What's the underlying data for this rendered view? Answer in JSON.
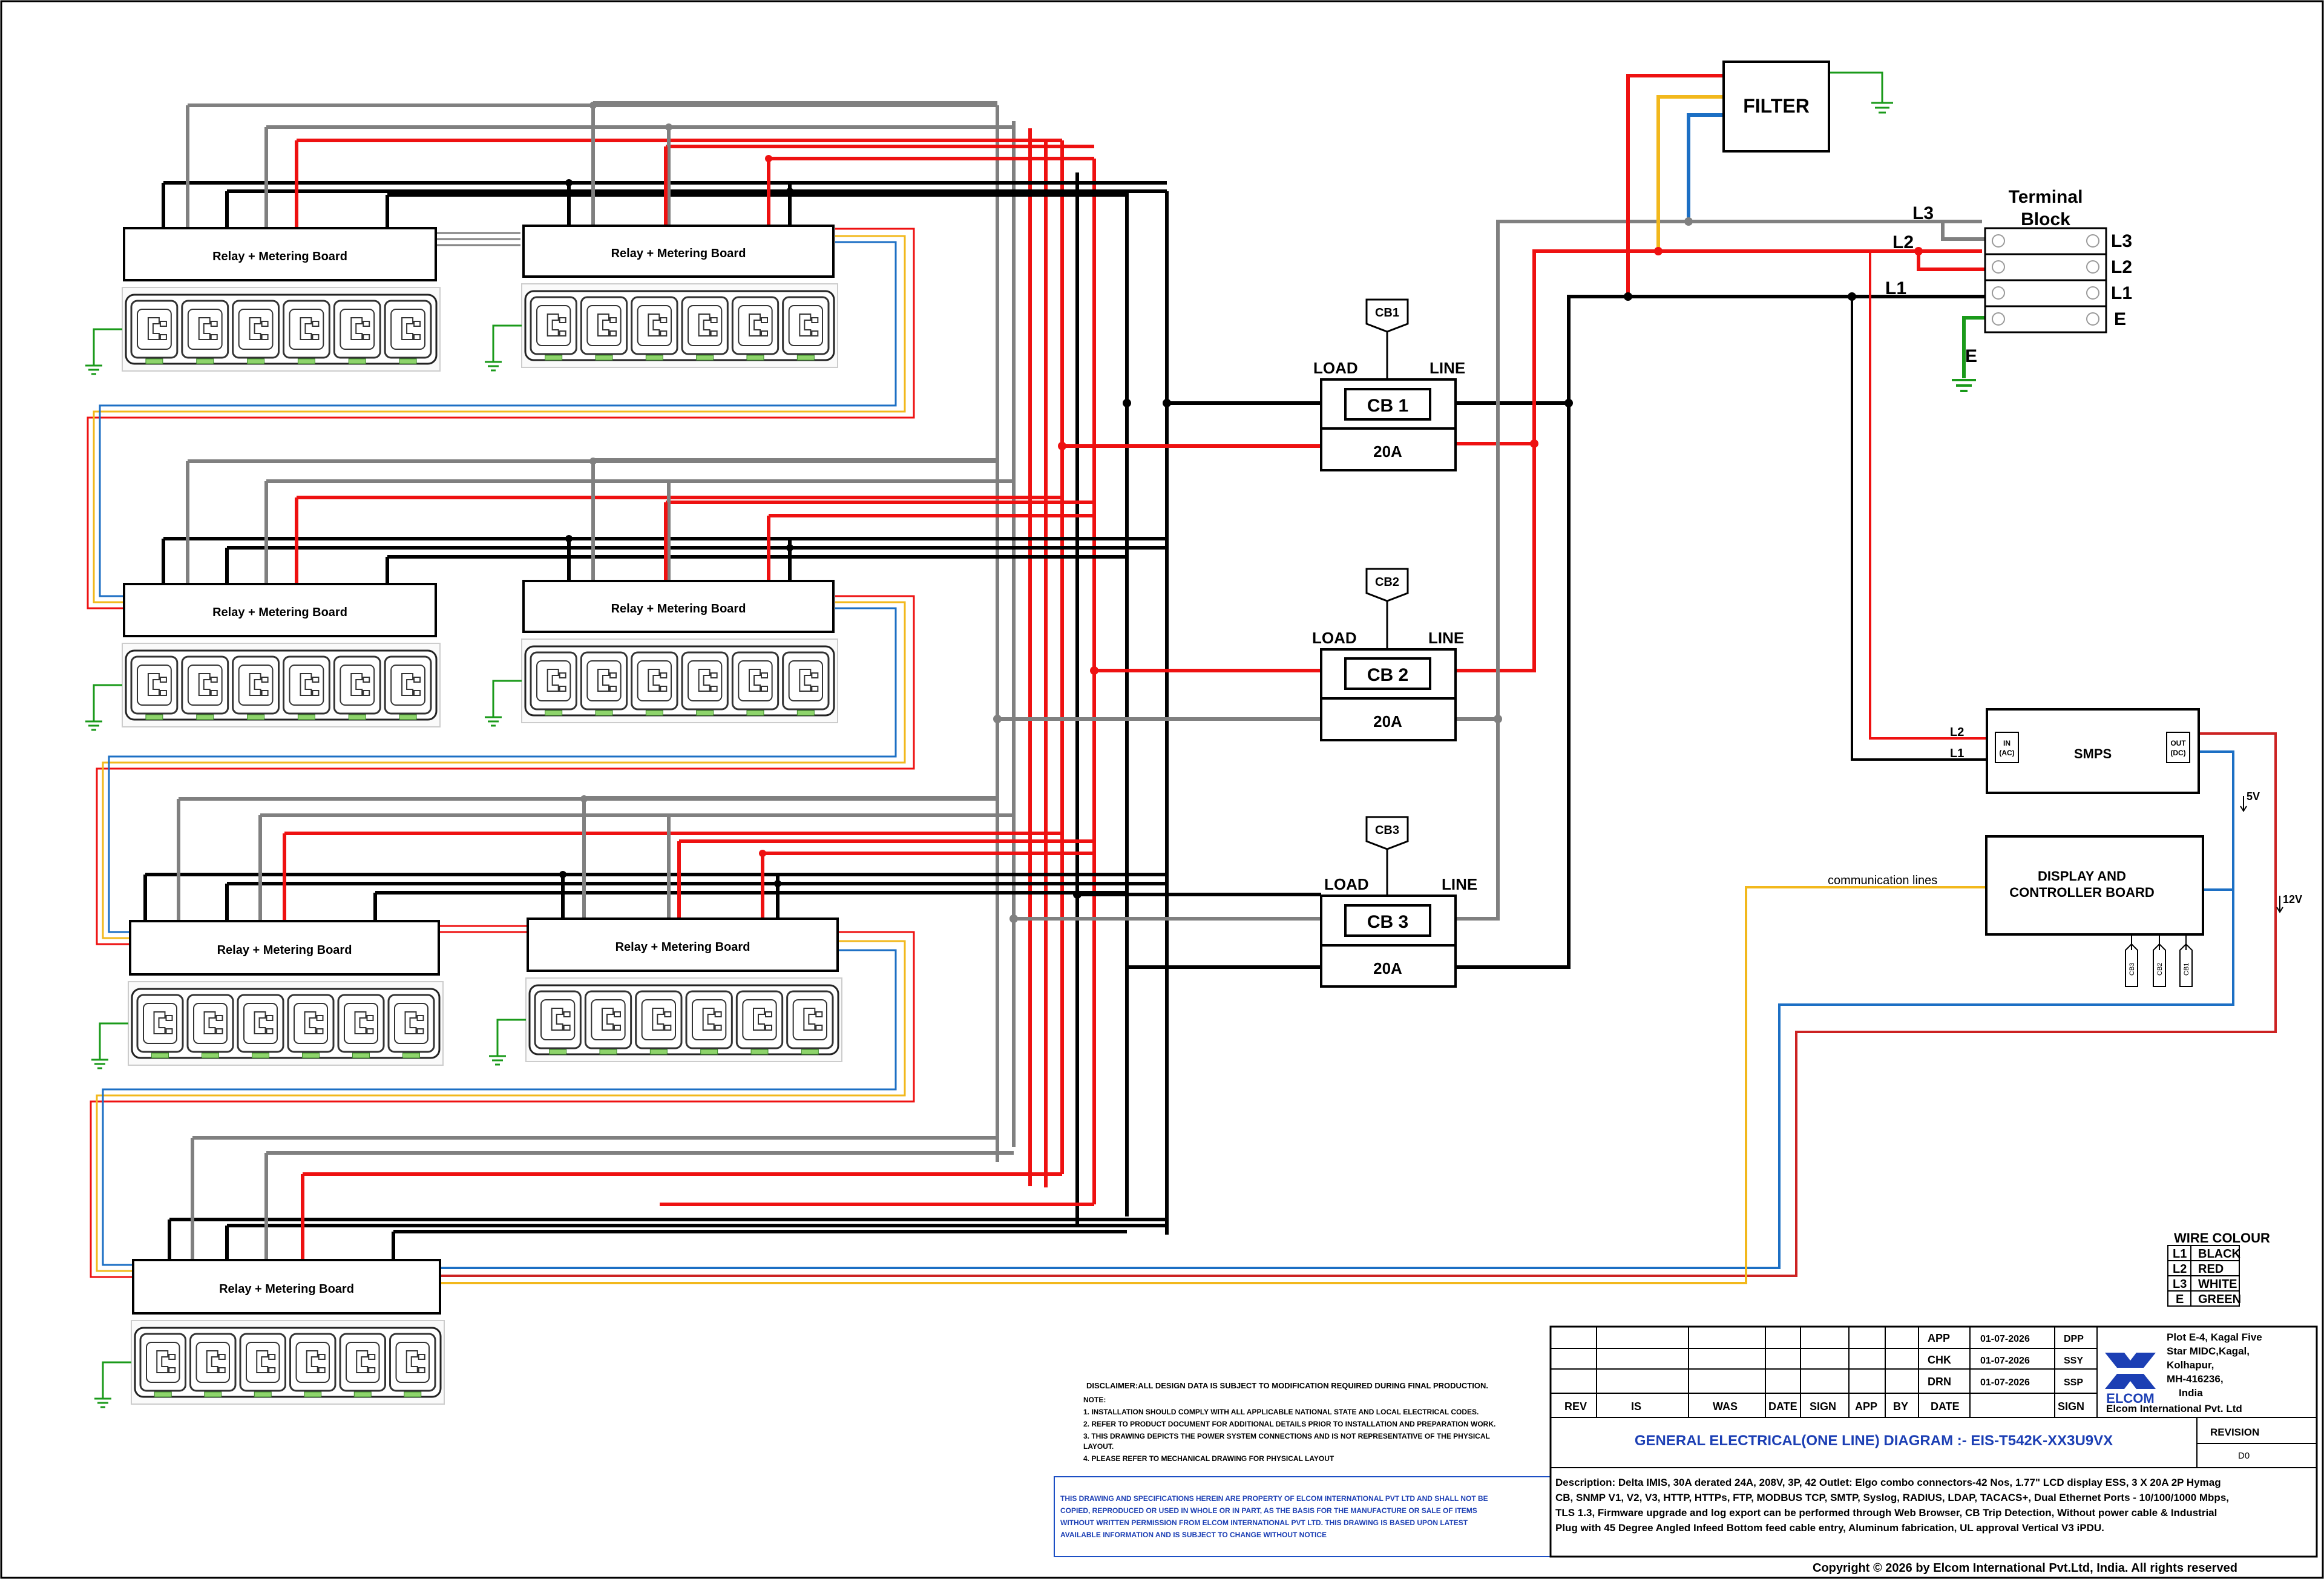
{
  "relay_board_label": "Relay + Metering Board",
  "filter": {
    "label": "FILTER"
  },
  "terminal_block": {
    "title_line1": "Terminal",
    "title_line2": "Block",
    "terminals": [
      "L3",
      "L2",
      "L1",
      "E"
    ],
    "incoming_labels": [
      "L3",
      "L2",
      "L1"
    ],
    "earth_label": "E"
  },
  "breakers": [
    {
      "tag": "CB1",
      "name": "CB 1",
      "rating": "20A",
      "load": "LOAD",
      "line": "LINE"
    },
    {
      "tag": "CB2",
      "name": "CB 2",
      "rating": "20A",
      "load": "LOAD",
      "line": "LINE"
    },
    {
      "tag": "CB3",
      "name": "CB 3",
      "rating": "20A",
      "load": "LOAD",
      "line": "LINE"
    }
  ],
  "smps": {
    "label": "SMPS",
    "in_label": "IN",
    "in_sub": "(AC)",
    "out_label": "OUT",
    "out_sub": "(DC)",
    "l2": "L2",
    "l1": "L1"
  },
  "display_board": {
    "line1": "DISPLAY AND",
    "line2": "CONTROLLER  BOARD",
    "tags": [
      "CB3",
      "CB2",
      "CB1"
    ]
  },
  "voltages": {
    "v5": "5V",
    "v12": "12V"
  },
  "communication_label": "communication lines",
  "wire_colour": {
    "title": "WIRE COLOUR",
    "rows": [
      {
        "code": "L1",
        "colour": "BLACK"
      },
      {
        "code": "L2",
        "colour": "RED"
      },
      {
        "code": "L3",
        "colour": "WHITE"
      },
      {
        "code": "E",
        "colour": "GREEN"
      }
    ]
  },
  "disclaimer": {
    "title": "DISCLAIMER:ALL DESIGN DATA IS SUBJECT TO MODIFICATION REQUIRED DURING FINAL PRODUCTION.",
    "note_label": "NOTE:",
    "notes": [
      "1. INSTALLATION SHOULD COMPLY WITH ALL APPLICABLE NATIONAL STATE AND LOCAL ELECTRICAL CODES.",
      "2. REFER TO PRODUCT DOCUMENT FOR ADDITIONAL DETAILS PRIOR TO INSTALLATION AND PREPARATION WORK.",
      "3. THIS DRAWING DEPICTS THE POWER SYSTEM CONNECTIONS AND IS NOT REPRESENTATIVE OF THE PHYSICAL",
      "LAYOUT.",
      "4. PLEASE REFER TO MECHANICAL DRAWING FOR PHYSICAL LAYOUT"
    ]
  },
  "property_notice": [
    "THIS DRAWING AND SPECIFICATIONS  HEREIN ARE PROPERTY OF ELCOM INTERNATIONAL PVT LTD AND SHALL NOT BE",
    "COPIED, REPRODUCED OR USED IN WHOLE OR IN PART, AS THE BASIS FOR THE MANUFACTURE OR SALE OF ITEMS",
    "WITHOUT WRITTEN PERMISSION FROM ELCOM INTERNATIONAL PVT LTD. THIS DRAWING IS BASED UPON LATEST",
    "AVAILABLE INFORMATION AND IS SUBJECT TO CHANGE WITHOUT NOTICE"
  ],
  "title_block": {
    "rev_headers": [
      "REV",
      "IS",
      "WAS",
      "DATE",
      "SIGN",
      "APP",
      "BY",
      "DATE",
      "SIGN"
    ],
    "approvals": [
      {
        "role": "APP",
        "date": "01-07-2026",
        "by": "DPP"
      },
      {
        "role": "CHK",
        "date": "01-07-2026",
        "by": "SSY"
      },
      {
        "role": "DRN",
        "date": "01-07-2026",
        "by": "SSP"
      }
    ],
    "address": [
      "Plot  E-4,  Kagal  Five",
      "Star MIDC,Kagal,",
      "Kolhapur,",
      "MH-416236,",
      "India"
    ],
    "company": "Elcom International Pvt. Ltd",
    "logo_text": "ELCOM",
    "drawing_title": "GENERAL ELECTRICAL(ONE LINE) DIAGRAM :- EIS-T542K-XX3U9VX",
    "revision_label": "REVISION",
    "revision": "D0",
    "description": [
      "Description: Delta IMIS, 30A derated 24A, 208V, 3P, 42 Outlet: Elgo combo connectors-42 Nos, 1.77\" LCD display ESS,  3 X 20A 2P Hymag",
      "CB, SNMP V1, V2, V3, HTTP, HTTPs, FTP, MODBUS TCP, SMTP, Syslog, RADIUS, LDAP, TACACS+, Dual Ethernet Ports - 10/100/1000 Mbps,",
      "TLS 1.3, Firmware upgrade and log export can be performed through Web Browser, CB Trip Detection, Without power cable & Industrial",
      "Plug with 45 Degree Angled Infeed Bottom feed cable entry, Aluminum fabrication, UL approval Vertical V3 iPDU."
    ],
    "copyright": "Copyright © 2026 by Elcom International Pvt.Ltd, India. All rights reserved"
  },
  "colors": {
    "black": "#000000",
    "red": "#ee1111",
    "grey": "#808080",
    "green": "#1a9a1a",
    "yellow": "#f2b81c",
    "blue": "#1c6fc4",
    "darkred": "#cc2222"
  }
}
